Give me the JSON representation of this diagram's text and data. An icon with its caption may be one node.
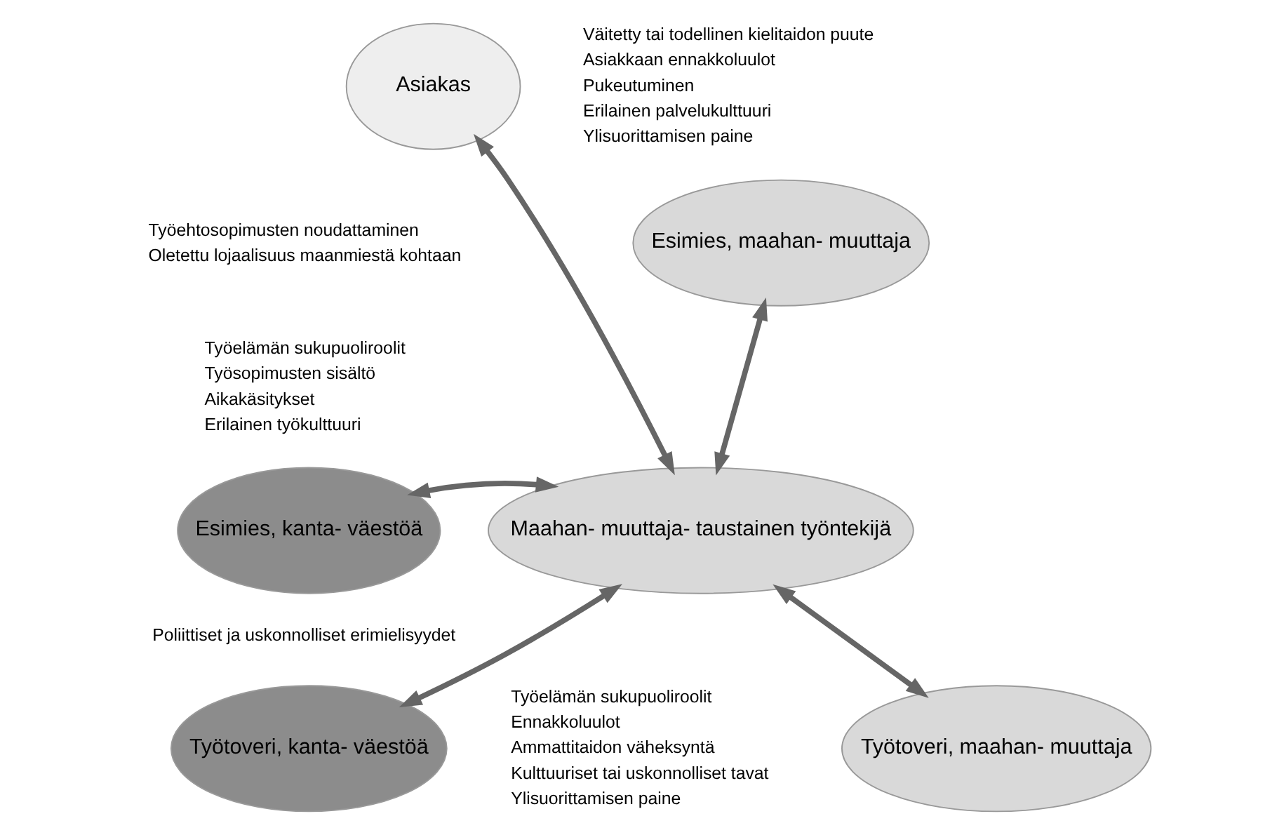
{
  "diagram": {
    "nodes": [
      {
        "text": [
          "Asiakas"
        ]
      },
      {
        "text": [
          "Esimies, maahan- muuttaja"
        ]
      },
      {
        "text": [
          "Maahan- muuttaja- taustainen työntekijä"
        ]
      },
      {
        "text": [
          "Esimies, kanta- väestöä"
        ]
      },
      {
        "text": [
          "Työtoveri, kanta- väestöä"
        ]
      },
      {
        "text": [
          "Työtoveri, maahan- muuttaja"
        ]
      }
    ],
    "edges": [
      {
        "from": 2,
        "to": 0,
        "arrow": "both"
      },
      {
        "from": 2,
        "to": 1,
        "arrow": "both"
      },
      {
        "from": 2,
        "to": 3,
        "arrow": "both"
      },
      {
        "from": 2,
        "to": 4,
        "arrow": "both"
      },
      {
        "from": 2,
        "to": 5,
        "arrow": "both"
      }
    ],
    "labels": [
      "Väitetty tai todellinen kielitaidon puute",
      "Asiakkaan ennakkoluulot",
      "Pukeutuminen",
      "Erilainen palvelukulttuuri",
      "Ylisuorittamisen paine",
      "Työehtosopimusten noudattaminen",
      "Oletettu lojaalisuus maanmiestä kohtaan",
      "Työelämän sukupuoliroolit",
      "Työsopimusten sisältö",
      "Aikakäsitykset",
      "Erilainen työkulttuuri",
      "Poliittiset ja uskonnolliset erimielisyydet",
      "Työelämän sukupuoliroolit",
      "Ennakkoluulot",
      "Ammattitaidon väheksyntä",
      "Kulttuuriset tai uskonnolliset tavat",
      "Ylisuorittamisen paine"
    ]
  }
}
